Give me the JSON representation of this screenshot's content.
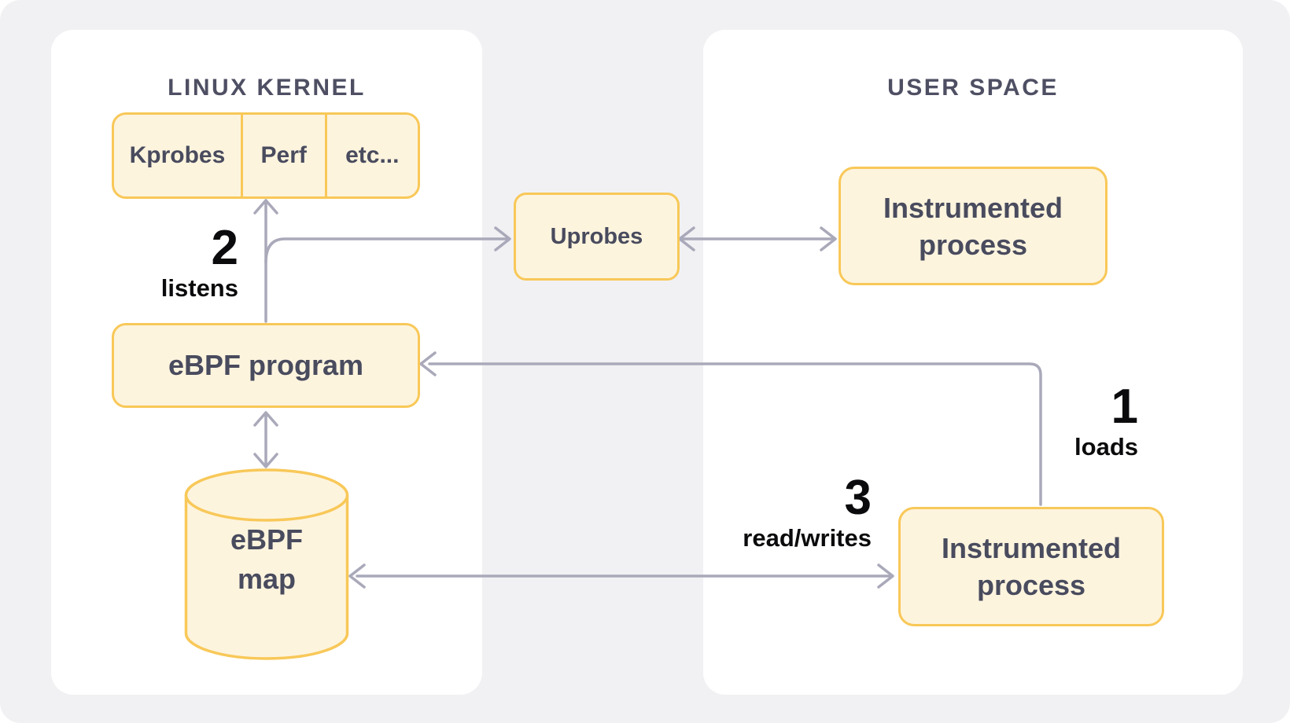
{
  "panels": {
    "kernel": {
      "title": "LINUX KERNEL"
    },
    "user_space": {
      "title": "USER SPACE"
    }
  },
  "nodes": {
    "kprobes": {
      "label": "Kprobes"
    },
    "perf": {
      "label": "Perf"
    },
    "etc": {
      "label": "etc..."
    },
    "uprobes": {
      "label": "Uprobes"
    },
    "ebpf_program": {
      "label": "eBPF program"
    },
    "ebpf_map": {
      "label": "eBPF map",
      "shape": "cylinder"
    },
    "instrumented_process_top": {
      "label": "Instrumented process"
    },
    "instrumented_process_bottom": {
      "label": "Instrumented process"
    }
  },
  "steps": {
    "step1": {
      "number": "1",
      "label": "loads"
    },
    "step2": {
      "number": "2",
      "label": "listens"
    },
    "step3": {
      "number": "3",
      "label": "read/writes"
    }
  },
  "edges": [
    {
      "from": "ebpf_program",
      "to": "kprobes-perf-etc",
      "arrow": "single",
      "step": "2 listens"
    },
    {
      "from": "ebpf_program",
      "to": "uprobes",
      "arrow": "single"
    },
    {
      "from": "uprobes",
      "to": "instrumented_process_top",
      "arrow": "double"
    },
    {
      "from": "instrumented_process_bottom",
      "to": "ebpf_program",
      "arrow": "single",
      "step": "1 loads"
    },
    {
      "from": "ebpf_program",
      "to": "ebpf_map",
      "arrow": "double"
    },
    {
      "from": "instrumented_process_bottom",
      "to": "ebpf_map",
      "arrow": "double",
      "step": "3 read/writes"
    }
  ],
  "colors": {
    "canvas_bg": "#f1f1f4",
    "panel_bg": "#ffffff",
    "node_fill": "#fdf4de",
    "node_border": "#f8c858",
    "node_text": "#494b5e",
    "title_text": "#4e4f63",
    "arrow": "#a9a9ba",
    "step_text": "#0b0b0d"
  }
}
